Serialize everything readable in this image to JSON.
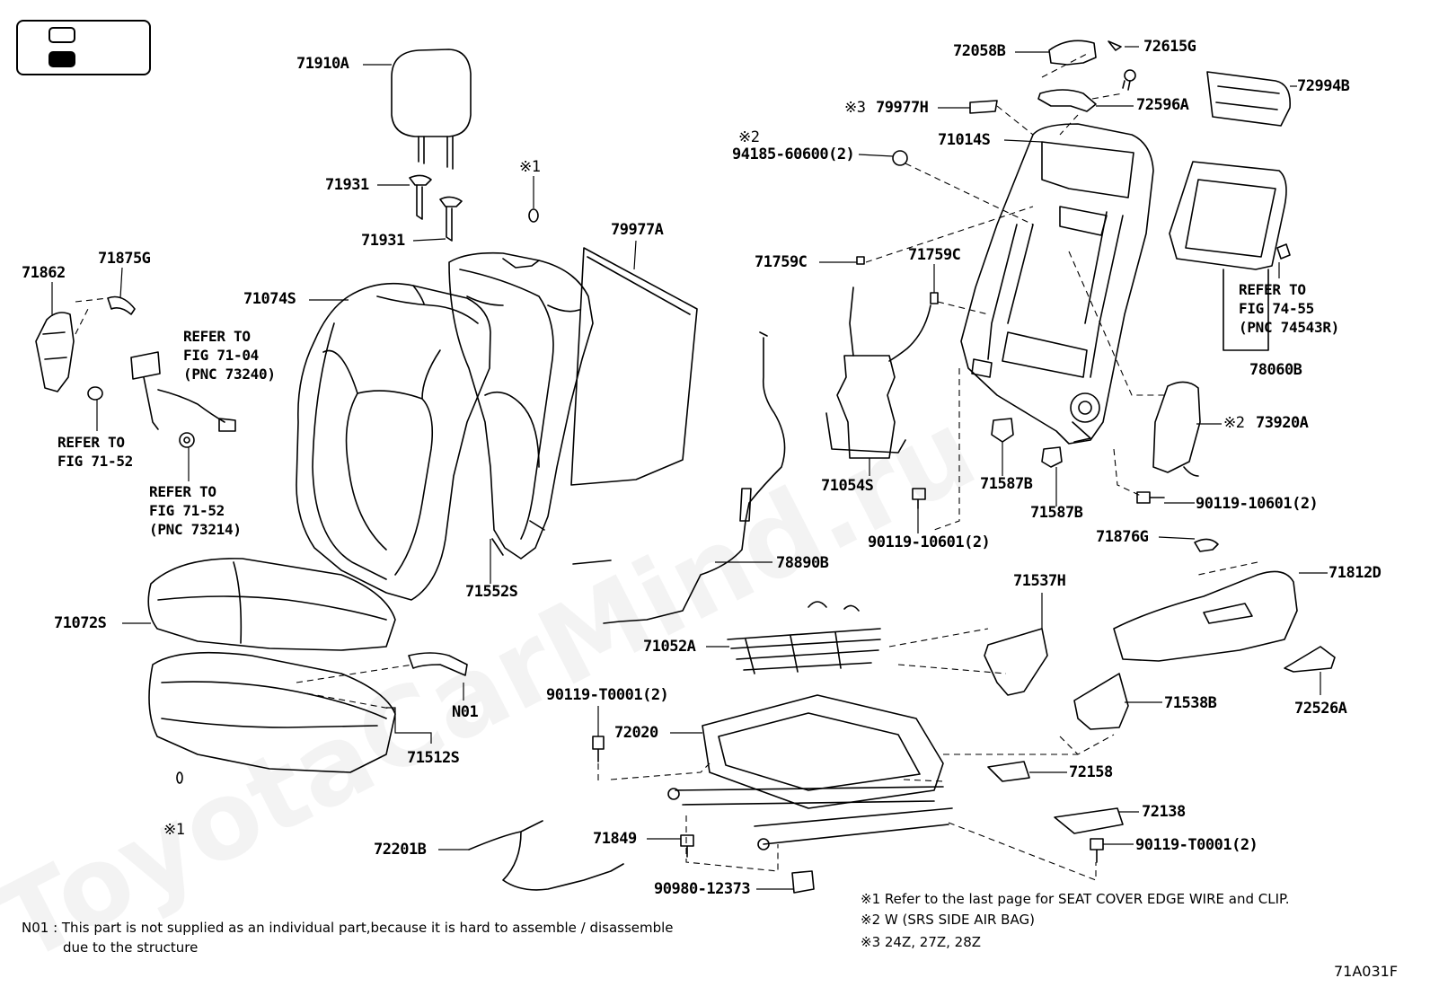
{
  "diagram_code": "71A031F",
  "watermark": "ToyotaCarMind.ru",
  "legend": {
    "swatches": [
      "white",
      "black"
    ]
  },
  "parts": {
    "p71910A": "71910A",
    "p71931a": "71931",
    "p71931b": "71931",
    "p71862": "71862",
    "p71875G": "71875G",
    "p71074S": "71074S",
    "p79977A": "79977A",
    "p72058B": "72058B",
    "p72615G": "72615G",
    "p72994B": "72994B",
    "p79977H": "79977H",
    "p72596A": "72596A",
    "p71014S": "71014S",
    "p94185": "94185-60600(2)",
    "p71759Ca": "71759C",
    "p71759Cb": "71759C",
    "p78060B": "78060B",
    "p73920A": "73920A",
    "p71054S": "71054S",
    "p71587Ba": "71587B",
    "p71587Bb": "71587B",
    "p90119_10601a": "90119-10601(2)",
    "p90119_10601b": "90119-10601(2)",
    "p71876G": "71876G",
    "p71812D": "71812D",
    "p71552S": "71552S",
    "p78890B": "78890B",
    "p71072S": "71072S",
    "p71537H": "71537H",
    "p71052A": "71052A",
    "p90119_T0001a": "90119-T0001(2)",
    "p72020": "72020",
    "pN01": "N01",
    "p71512S": "71512S",
    "p71538B": "71538B",
    "p72526A": "72526A",
    "p72158": "72158",
    "p72138": "72138",
    "p90119_T0001b": "90119-T0001(2)",
    "p71849": "71849",
    "p72201B": "72201B",
    "p90980": "90980-12373"
  },
  "marks": {
    "m1a": "※1",
    "m1b": "※1",
    "m2a": "※2",
    "m2b": "※2",
    "m3": "※3"
  },
  "refs": {
    "r71_04": "REFER TO\nFIG 71-04\n(PNC 73240)",
    "r71_52a": "REFER TO\nFIG 71-52",
    "r71_52b": "REFER TO\nFIG 71-52\n(PNC 73214)",
    "r74_55": "REFER TO\nFIG 74-55\n(PNC 74543R)"
  },
  "notes": {
    "n1": "※1  Refer to the last page for SEAT COVER EDGE WIRE and CLIP.",
    "n2": "※2  W (SRS SIDE AIR BAG)",
    "n3": "※3  24Z, 27Z, 28Z"
  },
  "footnote": {
    "line1": "N01 : This part is not supplied as an individual part,because it is hard to assemble / disassemble",
    "line2": "due to the structure"
  }
}
